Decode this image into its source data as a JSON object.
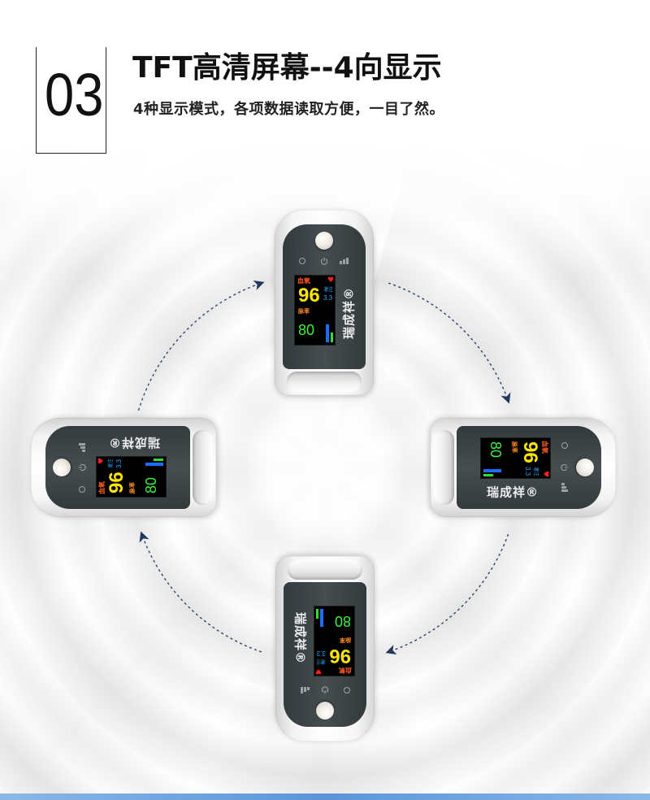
{
  "header": {
    "number": "03",
    "title": "TFT高清屏幕--4向显示",
    "subtitle": "4种显示模式，各项数据读取方便，一目了然。"
  },
  "device": {
    "brand": "瑞成祥®",
    "screen": {
      "spo2_label": "血氧",
      "spo2_value": "96",
      "pi_label": "灌注",
      "pi_value": "3.3",
      "pr_label": "脉率",
      "pr_value": "80"
    }
  },
  "icons": {
    "screen_status": "heart-icon",
    "indicators": [
      "mode-icon",
      "power-icon",
      "battery-icon"
    ],
    "flow": "arrow-icon"
  },
  "colors": {
    "title_text": "#111111",
    "arrow": "#22385c",
    "device_face": "#3d4547",
    "device_shell": "#f5f5f5",
    "spo2_value": "#ffe600",
    "pr_value": "#3df23d",
    "pi_value": "#2aa7ff",
    "spo2_label": "#ff5a1f",
    "heart": "#ff2020",
    "bottom_bar": "#5b95d8"
  }
}
